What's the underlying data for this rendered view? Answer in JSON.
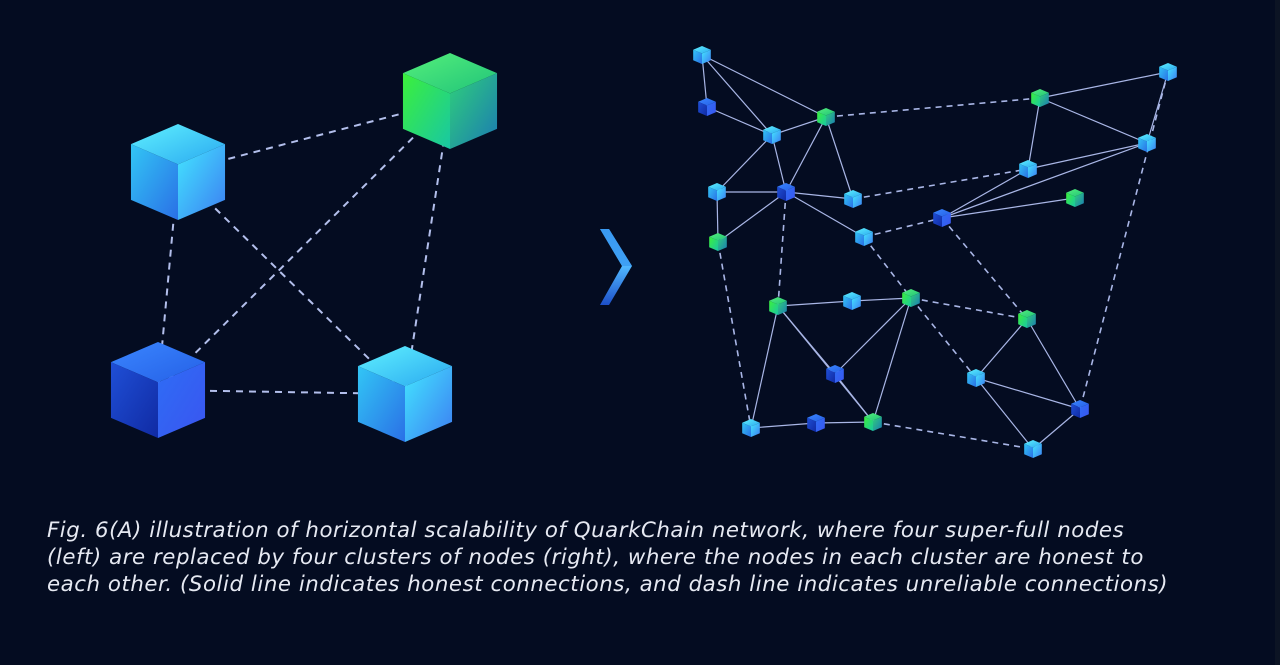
{
  "caption": {
    "text": "Fig. 6(A) illustration of horizontal scalability of QuarkChain network, where four super-full nodes\n(left) are replaced by four clusters of nodes (right), where the nodes in each cluster are honest to\neach other. (Solid line indicates honest connections, and dash line indicates unreliable connections)"
  },
  "colors": {
    "background": "#040c21",
    "cyan_node": "cyan",
    "blue_node": "blue",
    "green_node": "green",
    "line": "#a9b6e6",
    "arrow": "#2a6fd6"
  },
  "left_diagram": {
    "nodes": [
      {
        "id": "L1",
        "color": "cyan"
      },
      {
        "id": "L2",
        "color": "green"
      },
      {
        "id": "L3",
        "color": "blue"
      },
      {
        "id": "L4",
        "color": "cyan"
      }
    ],
    "edges": [
      {
        "from": "L1",
        "to": "L2",
        "style": "dashed"
      },
      {
        "from": "L1",
        "to": "L3",
        "style": "dashed"
      },
      {
        "from": "L1",
        "to": "L4",
        "style": "dashed"
      },
      {
        "from": "L2",
        "to": "L3",
        "style": "dashed"
      },
      {
        "from": "L2",
        "to": "L4",
        "style": "dashed"
      },
      {
        "from": "L3",
        "to": "L4",
        "style": "dashed"
      }
    ]
  },
  "arrow": {
    "icon": "chevron-right-icon"
  },
  "right_diagram": {
    "nodes": [
      {
        "id": "a1",
        "color": "cyan"
      },
      {
        "id": "a2",
        "color": "blue"
      },
      {
        "id": "a3",
        "color": "cyan"
      },
      {
        "id": "a4",
        "color": "green"
      },
      {
        "id": "a5",
        "color": "cyan"
      },
      {
        "id": "a6",
        "color": "blue"
      },
      {
        "id": "a7",
        "color": "cyan"
      },
      {
        "id": "a8",
        "color": "green"
      },
      {
        "id": "a9",
        "color": "cyan"
      },
      {
        "id": "b1",
        "color": "green"
      },
      {
        "id": "b2",
        "color": "cyan"
      },
      {
        "id": "b3",
        "color": "cyan"
      },
      {
        "id": "b4",
        "color": "cyan"
      },
      {
        "id": "b5",
        "color": "blue"
      },
      {
        "id": "b6",
        "color": "green"
      },
      {
        "id": "c1",
        "color": "green"
      },
      {
        "id": "c2",
        "color": "cyan"
      },
      {
        "id": "c3",
        "color": "green"
      },
      {
        "id": "c4",
        "color": "blue"
      },
      {
        "id": "c5",
        "color": "cyan"
      },
      {
        "id": "c6",
        "color": "blue"
      },
      {
        "id": "c7",
        "color": "green"
      },
      {
        "id": "d1",
        "color": "green"
      },
      {
        "id": "d2",
        "color": "cyan"
      },
      {
        "id": "d3",
        "color": "blue"
      },
      {
        "id": "d4",
        "color": "cyan"
      }
    ],
    "edges": [
      {
        "from": "a1",
        "to": "a2",
        "style": "solid"
      },
      {
        "from": "a1",
        "to": "a3",
        "style": "solid"
      },
      {
        "from": "a1",
        "to": "a4",
        "style": "solid"
      },
      {
        "from": "a2",
        "to": "a3",
        "style": "solid"
      },
      {
        "from": "a3",
        "to": "a4",
        "style": "solid"
      },
      {
        "from": "a3",
        "to": "a5",
        "style": "solid"
      },
      {
        "from": "a3",
        "to": "a6",
        "style": "solid"
      },
      {
        "from": "a4",
        "to": "a6",
        "style": "solid"
      },
      {
        "from": "a4",
        "to": "a7",
        "style": "solid"
      },
      {
        "from": "a5",
        "to": "a6",
        "style": "solid"
      },
      {
        "from": "a5",
        "to": "a8",
        "style": "solid"
      },
      {
        "from": "a6",
        "to": "a7",
        "style": "solid"
      },
      {
        "from": "a6",
        "to": "a8",
        "style": "solid"
      },
      {
        "from": "a6",
        "to": "a9",
        "style": "solid"
      },
      {
        "from": "b1",
        "to": "b2",
        "style": "solid"
      },
      {
        "from": "b1",
        "to": "b3",
        "style": "solid"
      },
      {
        "from": "b1",
        "to": "b4",
        "style": "solid"
      },
      {
        "from": "b2",
        "to": "b4",
        "style": "solid"
      },
      {
        "from": "b3",
        "to": "b4",
        "style": "solid"
      },
      {
        "from": "b3",
        "to": "b5",
        "style": "solid"
      },
      {
        "from": "b4",
        "to": "b5",
        "style": "solid"
      },
      {
        "from": "b5",
        "to": "b6",
        "style": "solid"
      },
      {
        "from": "c1",
        "to": "c2",
        "style": "solid"
      },
      {
        "from": "c1",
        "to": "c4",
        "style": "solid"
      },
      {
        "from": "c1",
        "to": "c5",
        "style": "solid"
      },
      {
        "from": "c1",
        "to": "c7",
        "style": "solid"
      },
      {
        "from": "c2",
        "to": "c3",
        "style": "solid"
      },
      {
        "from": "c3",
        "to": "c4",
        "style": "solid"
      },
      {
        "from": "c3",
        "to": "c7",
        "style": "solid"
      },
      {
        "from": "c4",
        "to": "c7",
        "style": "solid"
      },
      {
        "from": "c5",
        "to": "c6",
        "style": "solid"
      },
      {
        "from": "c6",
        "to": "c7",
        "style": "solid"
      },
      {
        "from": "d1",
        "to": "d2",
        "style": "solid"
      },
      {
        "from": "d1",
        "to": "d3",
        "style": "solid"
      },
      {
        "from": "d2",
        "to": "d3",
        "style": "solid"
      },
      {
        "from": "d2",
        "to": "d4",
        "style": "solid"
      },
      {
        "from": "d3",
        "to": "d4",
        "style": "solid"
      },
      {
        "from": "a4",
        "to": "b1",
        "style": "dashed"
      },
      {
        "from": "a8",
        "to": "c5",
        "style": "dashed"
      },
      {
        "from": "a6",
        "to": "c1",
        "style": "dashed"
      },
      {
        "from": "a9",
        "to": "c3",
        "style": "dashed"
      },
      {
        "from": "a7",
        "to": "b3",
        "style": "dashed"
      },
      {
        "from": "a9",
        "to": "b5",
        "style": "dashed"
      },
      {
        "from": "b2",
        "to": "d3",
        "style": "dashed"
      },
      {
        "from": "b5",
        "to": "d1",
        "style": "dashed"
      },
      {
        "from": "c3",
        "to": "d1",
        "style": "dashed"
      },
      {
        "from": "c3",
        "to": "d2",
        "style": "dashed"
      },
      {
        "from": "c7",
        "to": "d4",
        "style": "dashed"
      }
    ]
  }
}
